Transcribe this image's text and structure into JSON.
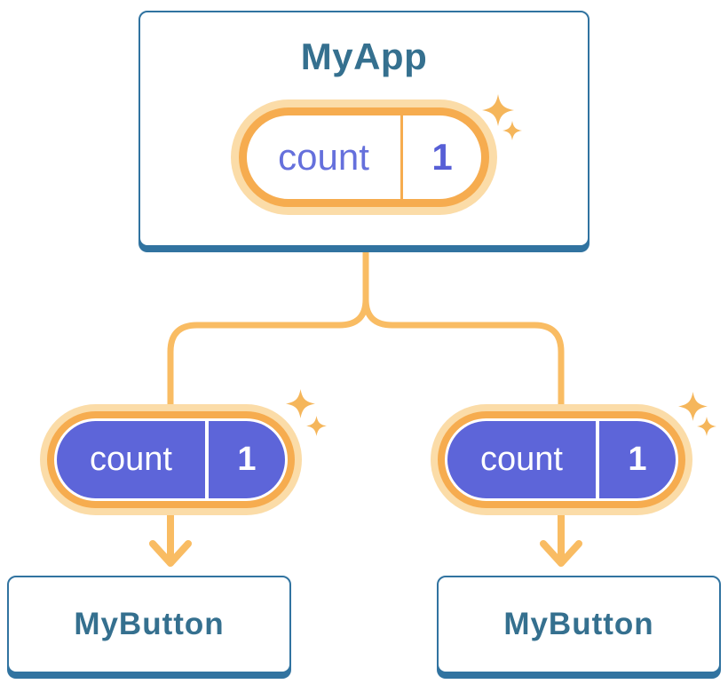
{
  "diagram": {
    "root": {
      "title": "MyApp",
      "state": {
        "label": "count",
        "value": "1"
      }
    },
    "children": [
      {
        "title": "MyButton",
        "state": {
          "label": "count",
          "value": "1"
        }
      },
      {
        "title": "MyButton",
        "state": {
          "label": "count",
          "value": "1"
        }
      }
    ],
    "icons": [
      "sparkle-icon"
    ],
    "colors": {
      "card_border_blue": "#3173A0",
      "title_text_blue": "#35708F",
      "pill_ring_orange": "#F6AC4F",
      "pill_halo_orange": "#FBDCA8",
      "connector_orange": "#F9BC63",
      "sparkle_orange": "#F5B65B",
      "state_fill_purple": "#5D65D9",
      "state_text_purple": "#6570DC",
      "background": "#FFFFFF"
    }
  }
}
